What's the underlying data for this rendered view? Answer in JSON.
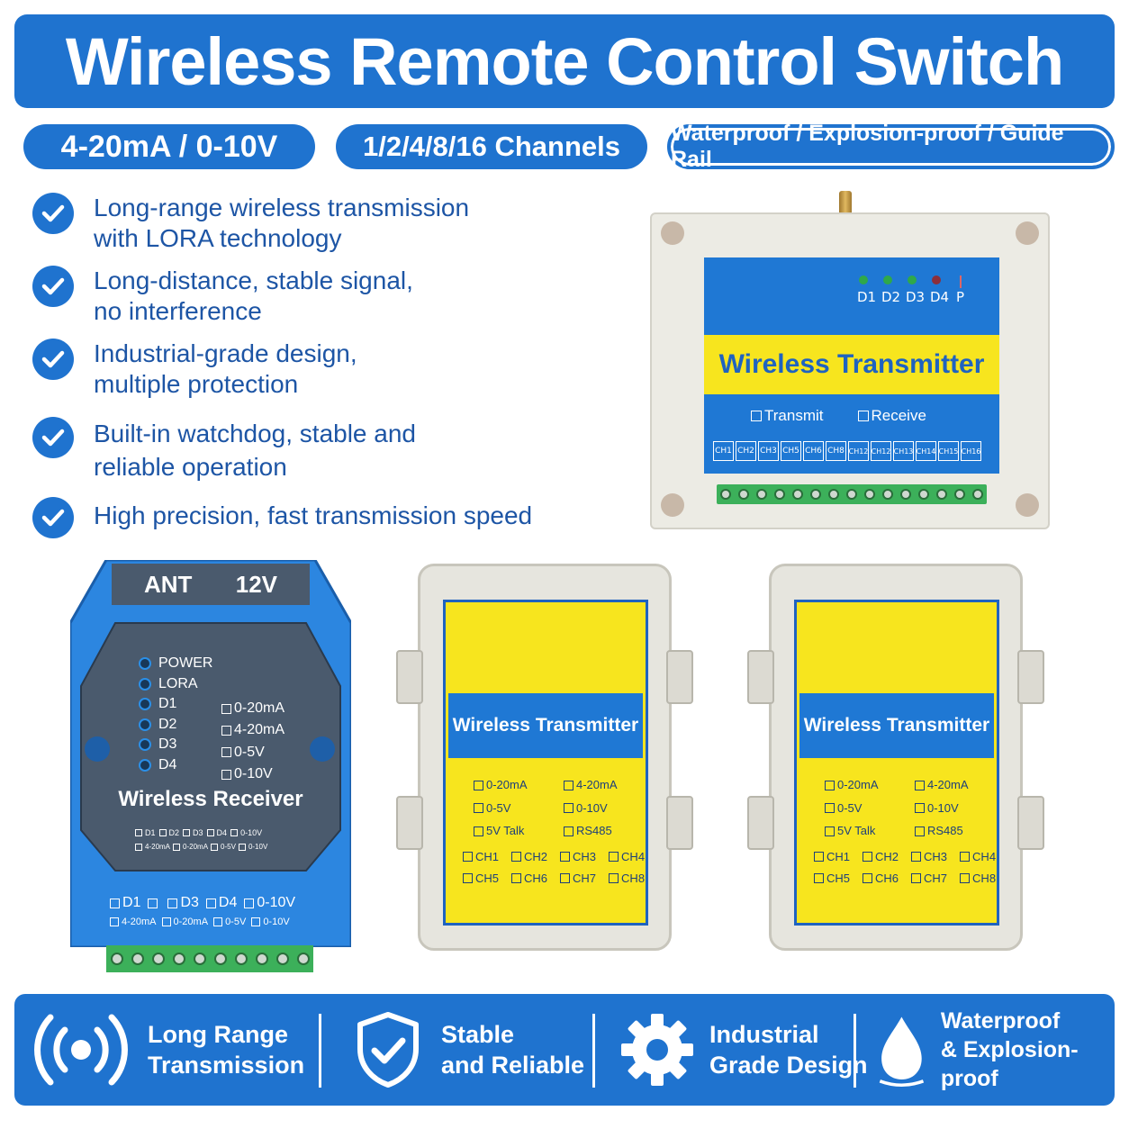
{
  "title": "Wireless Remote Control Switch",
  "pills": [
    "4-20mA / 0-10V",
    "1/2/4/8/16 Channels",
    "Waterproof / Explosion-proof / Guide Rail"
  ],
  "features": [
    {
      "line1": "Long-range wireless transmission",
      "line2": "with LORA technology"
    },
    {
      "line1": "Long-distance, stable signal,",
      "line2": "no interference"
    },
    {
      "line1": "Industrial-grade design,",
      "line2": "multiple protection"
    },
    {
      "line1": "Built-in watchdog, stable and",
      "line2": "reliable operation"
    },
    {
      "line1": "High precision, fast transmission speed",
      "line2": ""
    }
  ],
  "rail_transmitter": {
    "leds": [
      "D1",
      "D2",
      "D3",
      "D4",
      "P"
    ],
    "label": "Wireless Transmitter",
    "options": [
      "Transmit",
      "Receive"
    ],
    "channels": [
      "CH1",
      "CH2",
      "CH3",
      "CH5",
      "CH6",
      "CH8",
      "CH12",
      "CH12",
      "CH13",
      "CH14",
      "CH15",
      "CH16"
    ]
  },
  "receiver": {
    "top_left": "ANT",
    "top_right": "12V",
    "leds": [
      "POWER",
      "LORA",
      "D1",
      "D2",
      "D3",
      "D4"
    ],
    "ranges": [
      "0-20mA",
      "4-20mA",
      "0-5V",
      "0-10V"
    ],
    "label": "Wireless Receiver",
    "small_row1": [
      "D1",
      "D2",
      "D3",
      "D4",
      "0-10V"
    ],
    "small_row2": [
      "4-20mA",
      "0-20mA",
      "0-5V",
      "0-10V"
    ],
    "bottom_row1": [
      "D1",
      "",
      "D3",
      "D4",
      "0-10V"
    ],
    "bottom_row2": [
      "4-20mA",
      "0-20mA",
      "0-5V",
      "0-10V"
    ]
  },
  "box_transmitter": {
    "label": "Wireless Transmitter",
    "opts_left": [
      "0-20mA",
      "0-5V",
      "5V Talk"
    ],
    "opts_right": [
      "4-20mA",
      "0-10V",
      "RS485"
    ],
    "ch_row1": [
      "CH1",
      "CH2",
      "CH3",
      "CH4"
    ],
    "ch_row2": [
      "CH5",
      "CH6",
      "CH7",
      "CH8"
    ]
  },
  "bottom_features": [
    {
      "line1": "Long Range",
      "line2": "Transmission",
      "icon": "signal-icon"
    },
    {
      "line1": "Stable",
      "line2": "and Reliable",
      "icon": "shield-check-icon"
    },
    {
      "line1": "Industrial",
      "line2": "Grade Design",
      "icon": "gear-icon"
    },
    {
      "line1": "Waterproof",
      "line2": "& Explosion-proof",
      "icon": "water-drop-icon"
    }
  ],
  "colors": {
    "brand_blue": "#1f73cf",
    "yellow": "#f7e51e",
    "text_blue": "#1d55a5"
  }
}
